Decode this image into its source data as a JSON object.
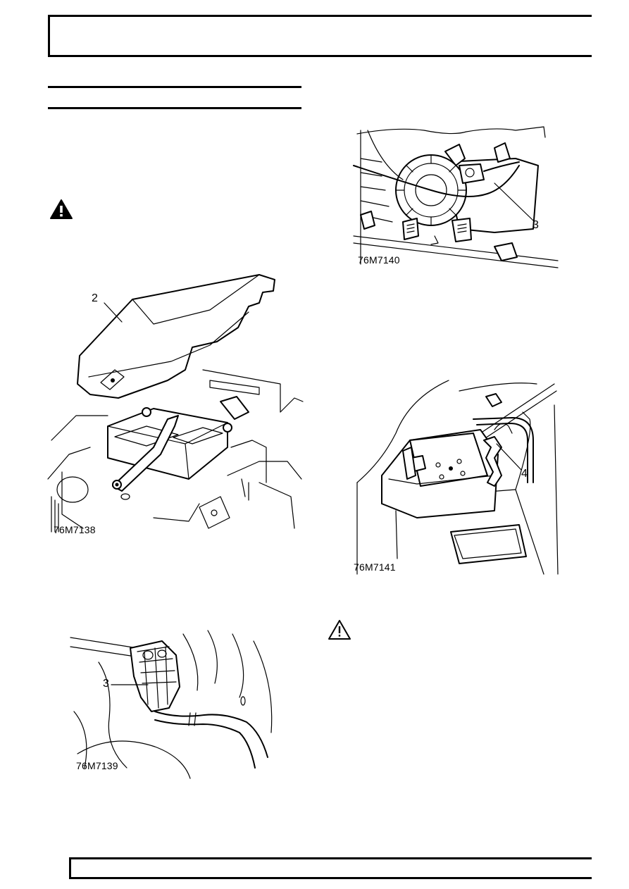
{
  "page": {
    "header_box": "",
    "footer_box": ""
  },
  "icons": {
    "warning": "warning-triangle-filled-icon",
    "caution": "caution-triangle-outline-icon"
  },
  "figures": {
    "battery": {
      "code": "76M7138",
      "callout": "2"
    },
    "connector": {
      "code": "76M7139",
      "callout": "3"
    },
    "sounder": {
      "code": "76M7140",
      "callout": "3"
    },
    "bracket": {
      "code": "76M7141",
      "callout": "4"
    }
  }
}
